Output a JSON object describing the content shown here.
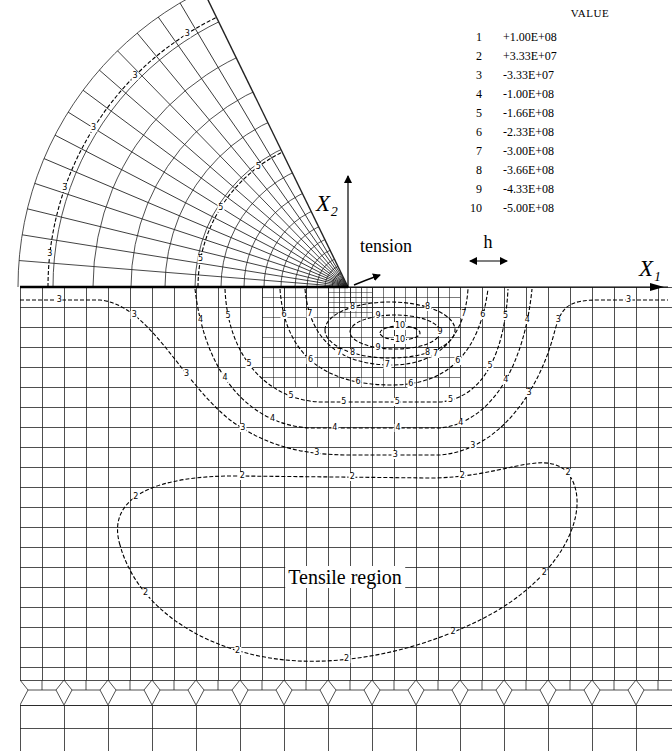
{
  "diagram": {
    "labels": [
      "VALUE",
      "1",
      "+1.00E+08",
      "2",
      "+3.33E+07",
      "3",
      "-3.33E+07",
      "4",
      "-1.00E+08",
      "5",
      "-1.66E+08",
      "6",
      "-2.33E+08",
      "7",
      "-3.00E+08",
      "8",
      "-3.66E+08",
      "9",
      "-4.33E+08",
      "10",
      "-5.00E+08",
      "X₂",
      "tension",
      "h",
      "X₁",
      "Tensile region",
      "2",
      "2",
      "2",
      "2",
      "2",
      "2",
      "2",
      "2",
      "2",
      "2",
      "3",
      "3",
      "3",
      "3",
      "3",
      "3",
      "3",
      "3",
      "3",
      "3",
      "3",
      "3",
      "3",
      "3",
      "3",
      "4",
      "4",
      "4",
      "4",
      "4",
      "4",
      "4",
      "4",
      "5",
      "5",
      "5",
      "5",
      "5",
      "5",
      "5",
      "5",
      "5",
      "5",
      "5",
      "6",
      "6",
      "6",
      "6",
      "6",
      "6",
      "7",
      "7",
      "7",
      "7",
      "7",
      "8",
      "8",
      "8",
      "8",
      "9",
      "9",
      "9",
      "10",
      "10"
    ]
  }
}
